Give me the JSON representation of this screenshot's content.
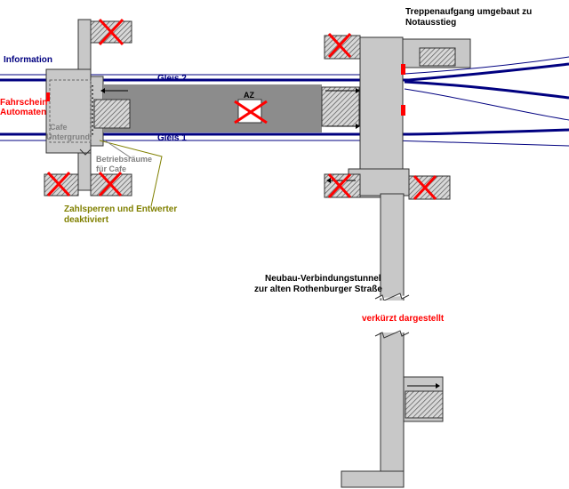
{
  "labels": {
    "information": "Information",
    "ticket_machines_line1": "Fahrschein",
    "ticket_machines_line2": "Automaten",
    "track2": "Gleis 2",
    "track1": "Gleis 1",
    "az": "AZ",
    "cafe_line1": "Cafe",
    "cafe_line2": "Untergrund",
    "service_rooms_line1": "Betriebsräume",
    "service_rooms_line2": "für Cafe",
    "barriers_line1": "Zahlsperren und Entwerter",
    "barriers_line2": "deaktiviert",
    "stairs_line1": "Treppenaufgang umgebaut zu",
    "stairs_line2": "Notausstieg",
    "tunnel_line1": "Neubau-Verbindungstunnel",
    "tunnel_line2": "zur alten Rothenburger Straße",
    "shortened": "verkürzt dargestellt"
  },
  "colors": {
    "structure": "#c8c8c8",
    "platform": "#8c8c8c",
    "track": "#000080",
    "closed_mark": "#ff0000",
    "ticket_machine": "#ff0000",
    "label_blue": "#000080",
    "label_red": "#ff0000",
    "label_olive": "#808000",
    "label_gray": "#808080",
    "label_black": "#000000",
    "hatch": "#808080"
  }
}
